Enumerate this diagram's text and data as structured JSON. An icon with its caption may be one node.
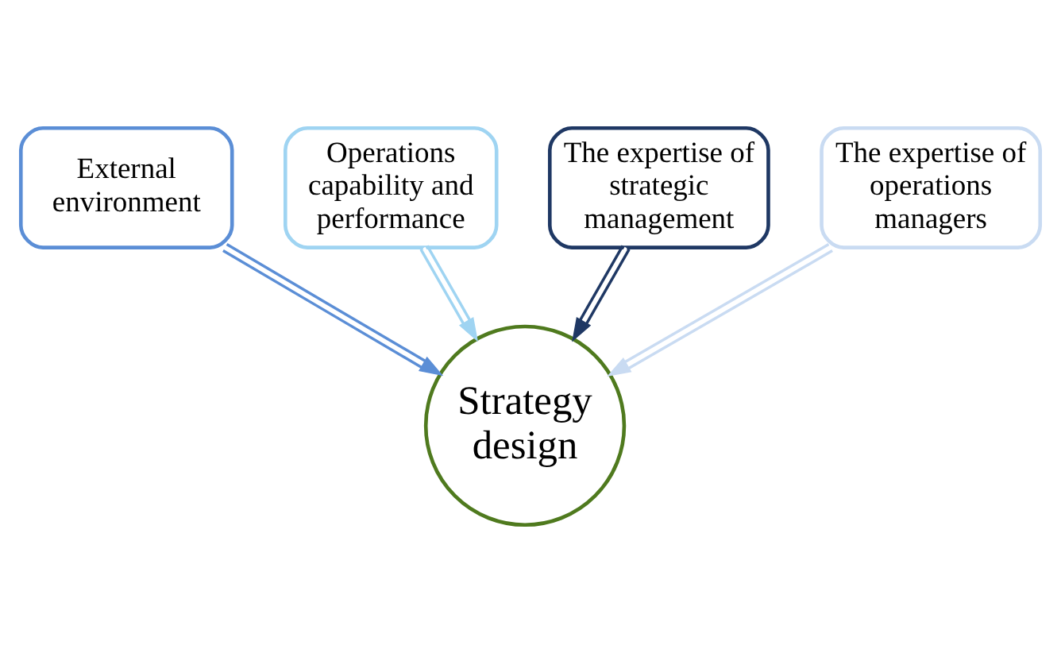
{
  "diagram": {
    "nodes": [
      {
        "text": [
          "External environment"
        ]
      },
      {
        "text": [
          "Operations capability and performance"
        ]
      },
      {
        "text": [
          "The expertise of strategic management"
        ]
      },
      {
        "text": [
          "The expertise of operations managers"
        ]
      },
      {
        "text": [
          "Strategy design"
        ]
      }
    ],
    "edges": [
      {
        "from": 0,
        "to": 4,
        "arrow": "to",
        "color": "#5b8ed6"
      },
      {
        "from": 1,
        "to": 4,
        "arrow": "to",
        "color": "#9fd4f2"
      },
      {
        "from": 2,
        "to": 4,
        "arrow": "to",
        "color": "#1f3864"
      },
      {
        "from": 3,
        "to": 4,
        "arrow": "to",
        "color": "#c9dbf2"
      }
    ]
  }
}
